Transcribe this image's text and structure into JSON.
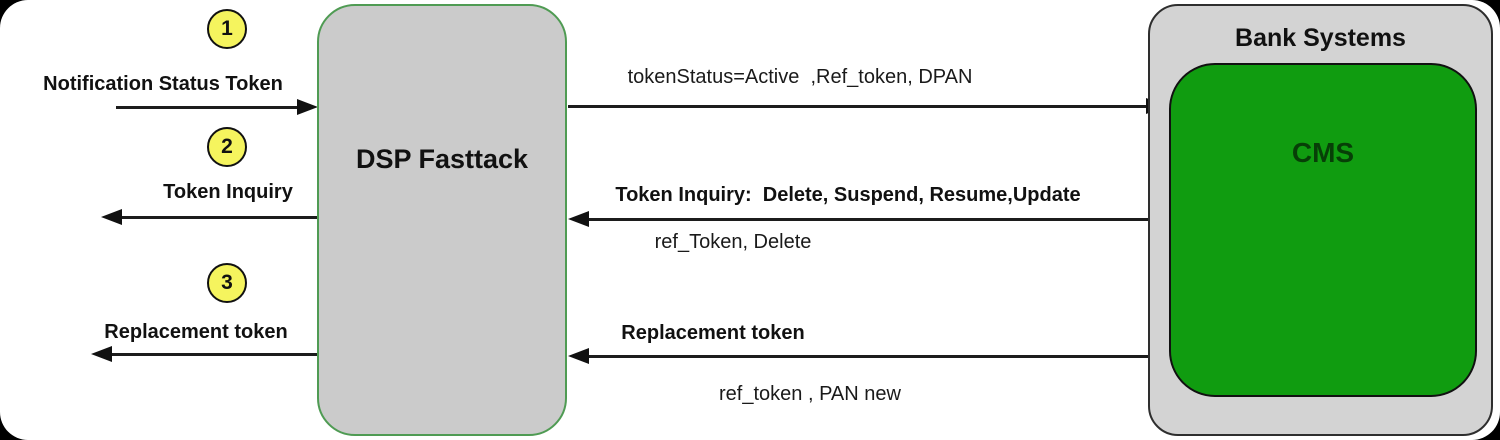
{
  "colors": {
    "canvas_bg": "#ffffff",
    "outside_corners": "#000000",
    "dsp_fill": "#cbcbcb",
    "dsp_border_green": "#4f9b53",
    "bank_fill": "#d3d3d3",
    "bank_border": "#2e2e2e",
    "cms_fill": "#109c10",
    "step_circle_fill": "#f5f45e",
    "arrow_color": "#111111"
  },
  "nodes": {
    "dsp": {
      "label": "DSP Fasttack"
    },
    "bank": {
      "title": "Bank Systems",
      "cms_label": "CMS"
    }
  },
  "steps": [
    {
      "number": "1",
      "label": "Notification Status Token",
      "direction": "to-dsp"
    },
    {
      "number": "2",
      "label": "Token Inquiry",
      "direction": "from-dsp"
    },
    {
      "number": "3",
      "label": "Replacement token",
      "direction": "from-dsp"
    }
  ],
  "messages": {
    "token_status": {
      "label": "tokenStatus=Active  ,Ref_token, DPAN",
      "direction": "dsp-to-cms"
    },
    "token_inquiry": {
      "label": "Token Inquiry:  Delete, Suspend, Resume,Update",
      "sub": "ref_Token, Delete",
      "direction": "cms-to-dsp"
    },
    "replacement": {
      "label": "Replacement token",
      "sub": "ref_token , PAN new",
      "direction": "cms-to-dsp"
    }
  }
}
